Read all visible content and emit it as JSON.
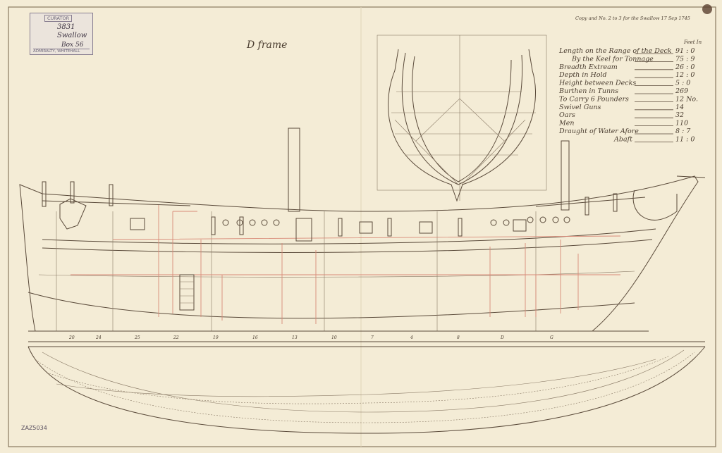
{
  "stamp": {
    "header": "CURATOR",
    "number": "3831",
    "ship_name": "Swallow",
    "box": "Box 56",
    "footer": "ADMIRALTY, WHITEHALL"
  },
  "top_note": "Copy and No. 2 to 3 for the Swallow 17 Sep 1745",
  "pencil_note": "D frame",
  "reference_code": "ZAZ5034",
  "dimensions_table": {
    "units_header": "Feet In",
    "rows": [
      {
        "label": "Length on the Range of the Deck",
        "value": "91 : 0"
      },
      {
        "label": "By the Keel for Tonnage",
        "value": "75 : 9"
      },
      {
        "label": "Breadth Extream",
        "value": "26 : 0"
      },
      {
        "label": "Depth in Hold",
        "value": "12 : 0"
      },
      {
        "label": "Height between Decks",
        "value": "5 : 0"
      },
      {
        "label": "Burthen in Tunns",
        "value": "269"
      },
      {
        "label": "To Carry 6 Pounders",
        "value": "12 No."
      },
      {
        "label": "Swivel Guns",
        "value": "14"
      },
      {
        "label": "Oars",
        "value": "32"
      },
      {
        "label": "Men",
        "value": "110"
      },
      {
        "label": "Draught of Water Afore",
        "value": "8 : 7"
      },
      {
        "label": "Abaft",
        "value": "11 : 0"
      }
    ]
  },
  "station_labels": [
    "20",
    "24",
    "25",
    "22",
    "19",
    "16",
    "13",
    "10",
    "7",
    "4",
    "8",
    "D",
    "G"
  ],
  "colors": {
    "paper": "#f4ecd6",
    "ink": "#5a4a3a",
    "red_ink": "#d88a78"
  }
}
